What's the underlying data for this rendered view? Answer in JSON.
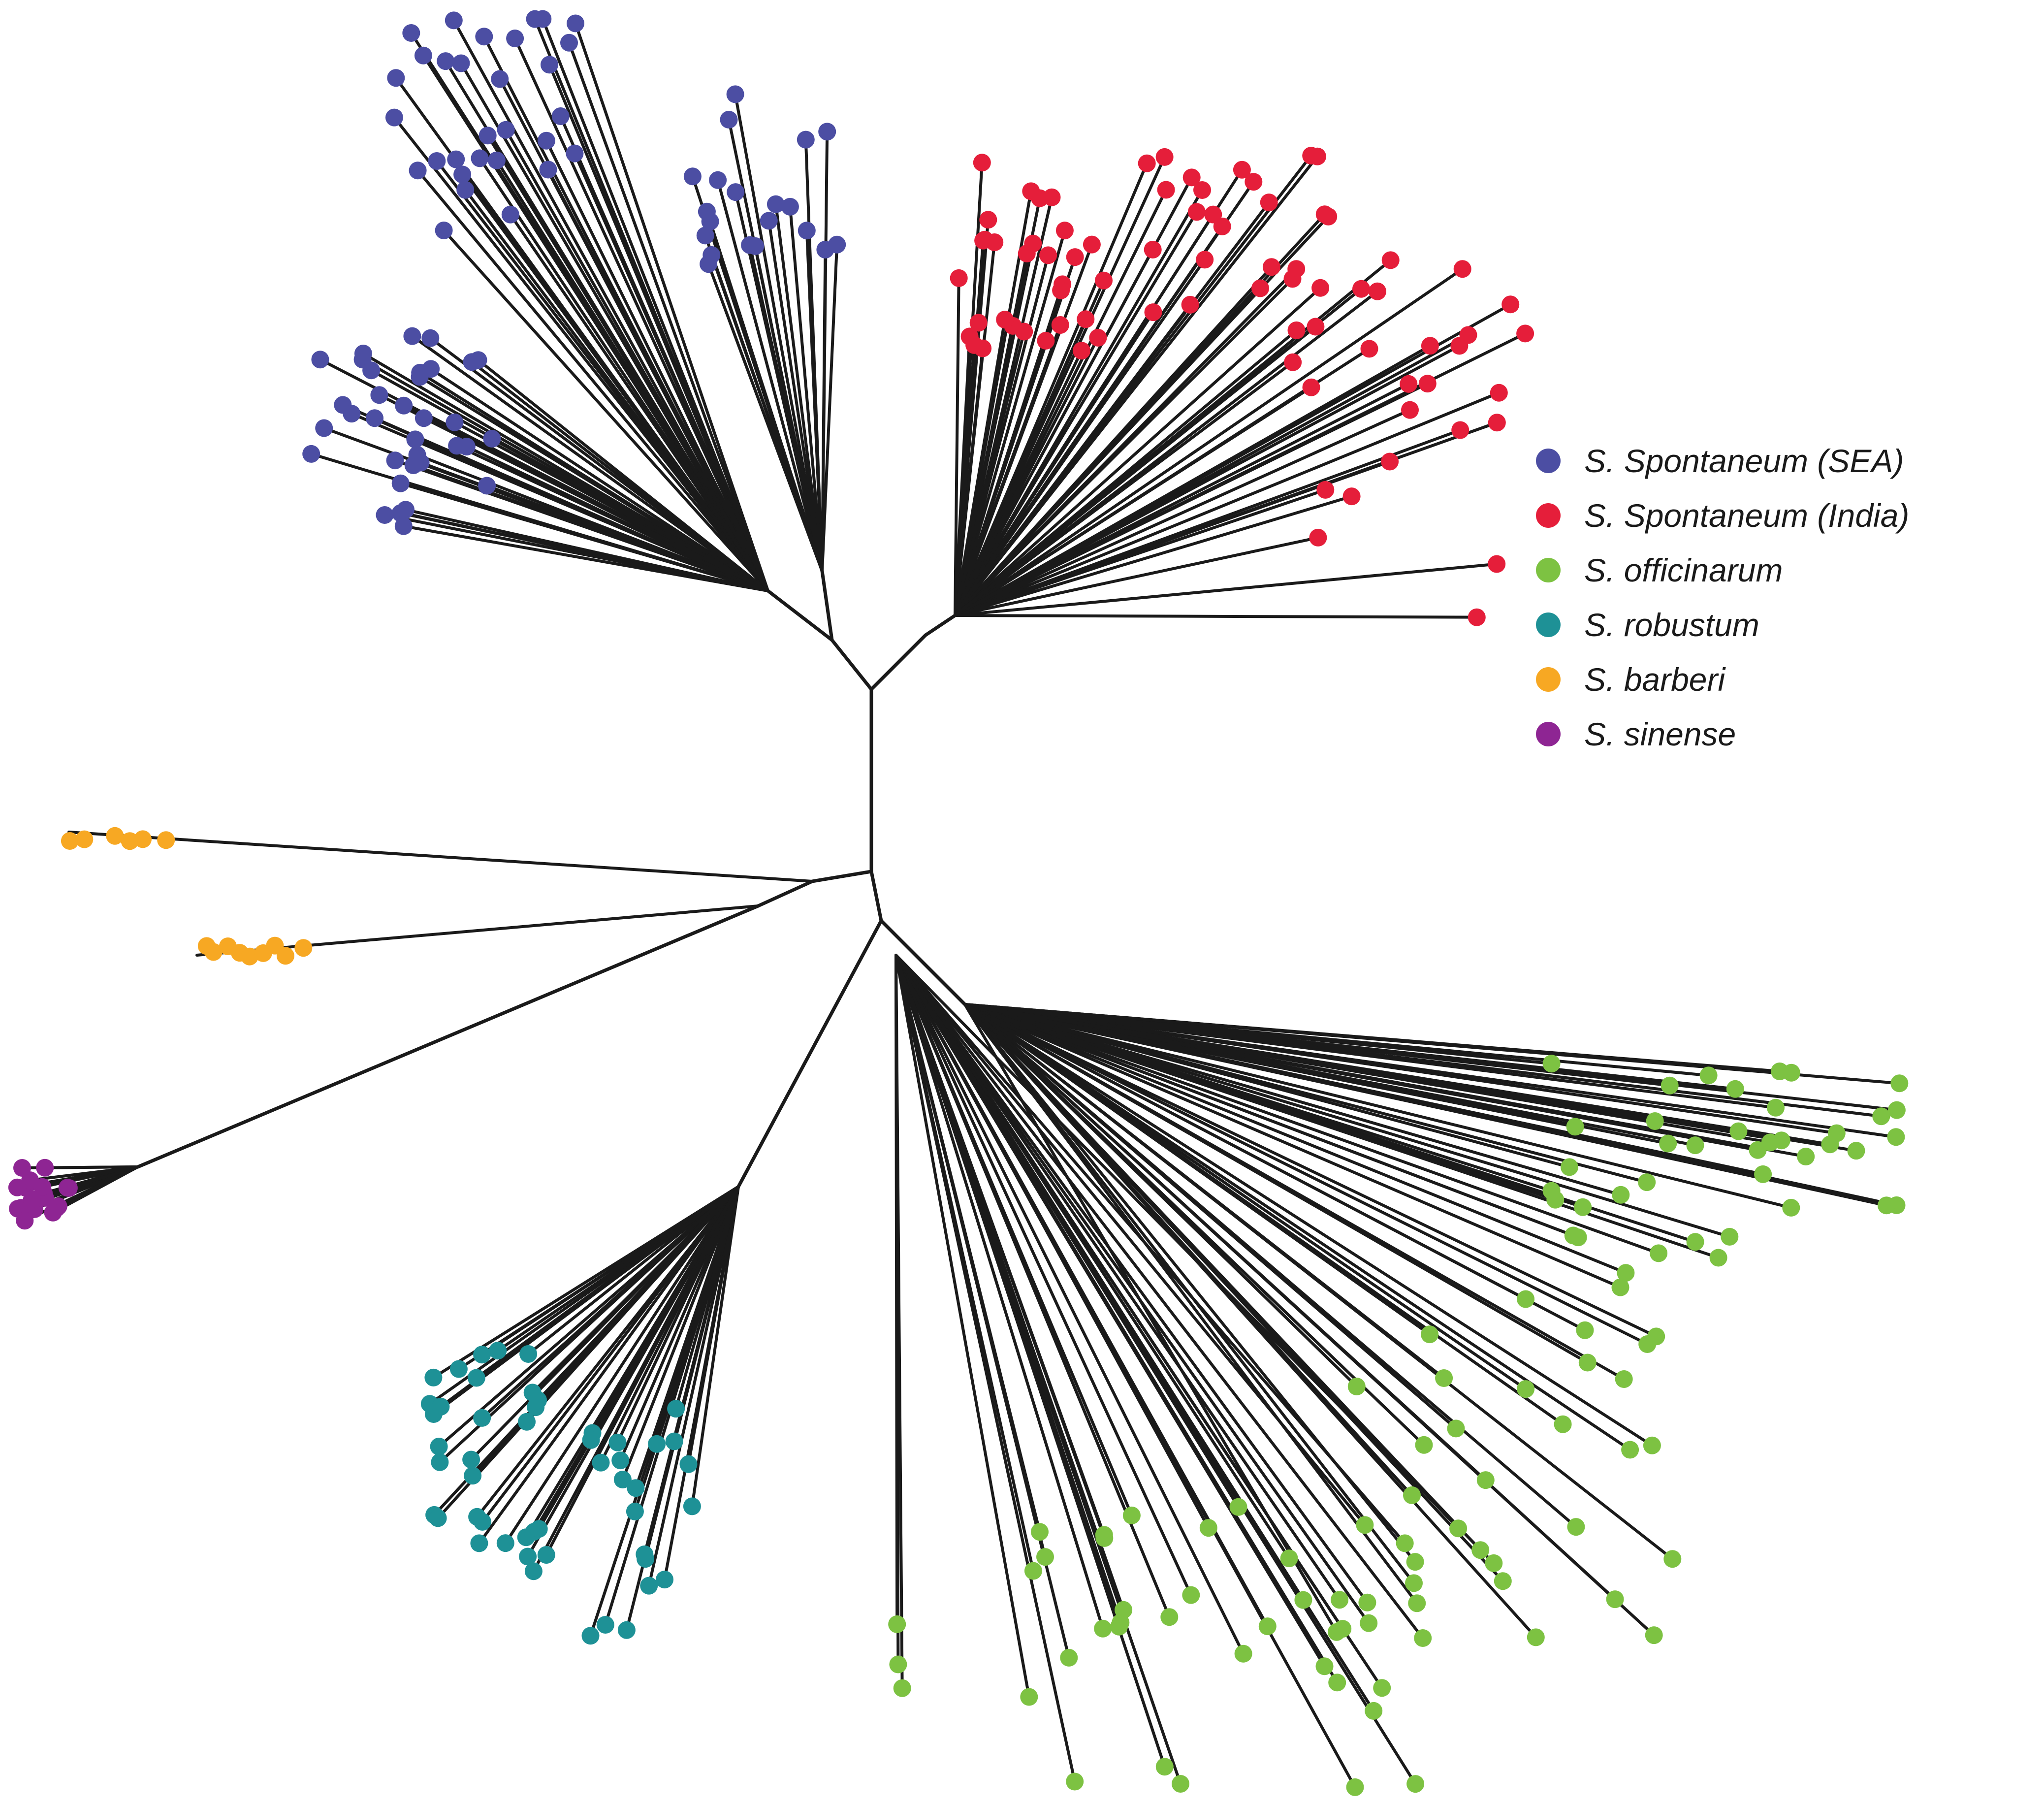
{
  "diagram": {
    "type": "unrooted-phylogenetic-tree",
    "branch_color": "#1a1a1a",
    "groups": [
      {
        "id": "sea",
        "label": "S. Spontaneum (SEA)",
        "color": "#4c4ea3",
        "leaf_count": 95
      },
      {
        "id": "india",
        "label": "S. Spontaneum (India)",
        "color": "#e51e3a",
        "leaf_count": 80
      },
      {
        "id": "off",
        "label": "S. officinarum",
        "color": "#7dc242",
        "leaf_count": 110
      },
      {
        "id": "rob",
        "label": "S. robustum",
        "color": "#1e9196",
        "leaf_count": 50
      },
      {
        "id": "bar",
        "label": "S. barberi",
        "color": "#f7a823",
        "leaf_count": 15
      },
      {
        "id": "sin",
        "label": "S. sinense",
        "color": "#8e2593",
        "leaf_count": 20
      }
    ]
  }
}
